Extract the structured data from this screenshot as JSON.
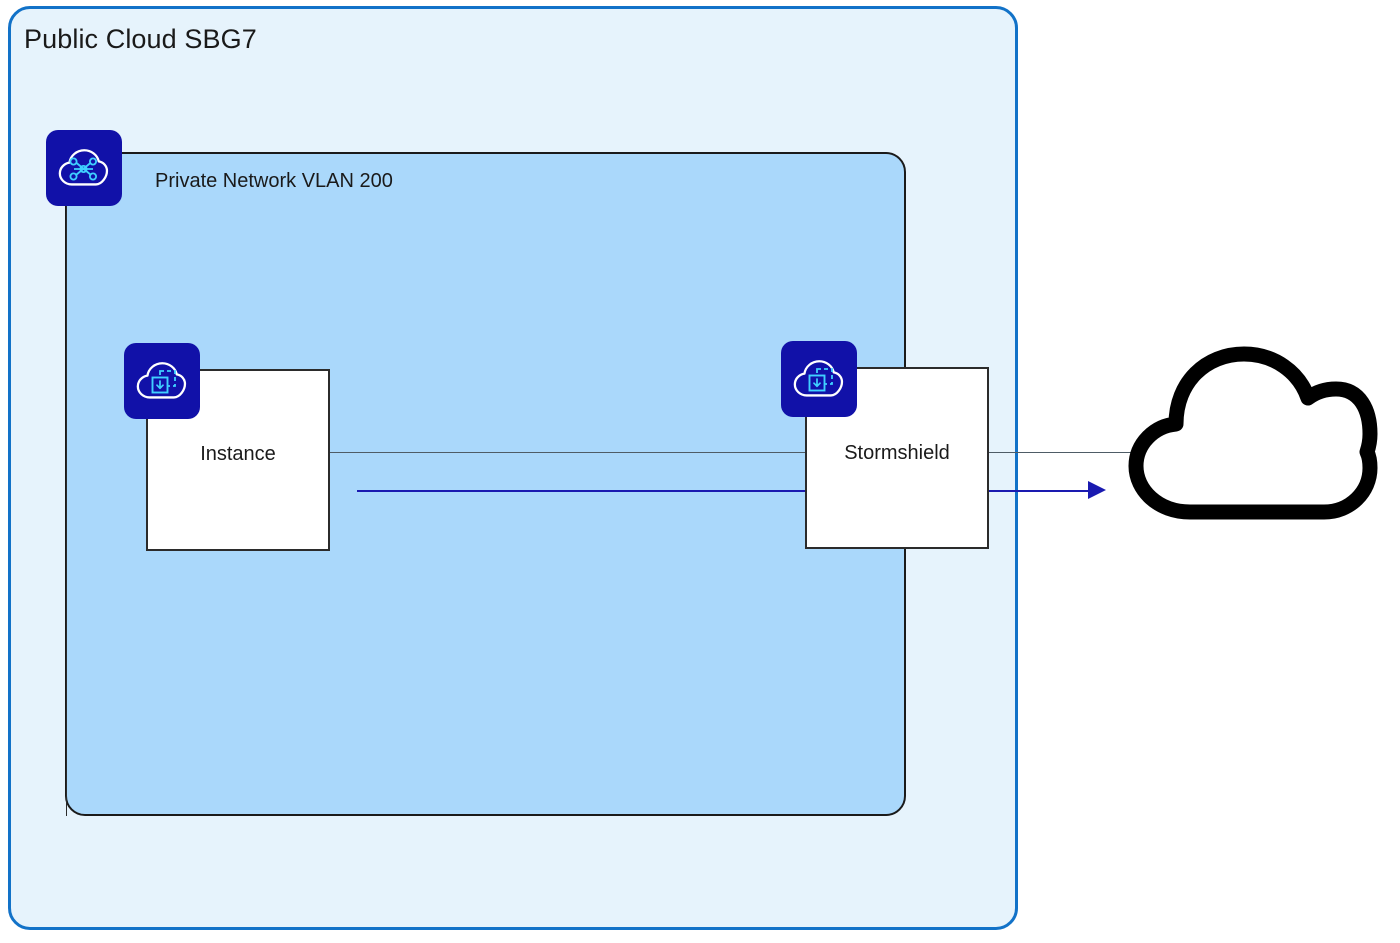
{
  "diagram": {
    "title": "Public Cloud SBG7",
    "containers": {
      "public_cloud": {
        "label": "Public Cloud SBG7",
        "fill_color": "#e6f3fc",
        "border_color": "#1272c8"
      },
      "private_network": {
        "label": "Private Network VLAN 200",
        "fill_color": "#aad8fb",
        "border_color": "#1a1a1a"
      }
    },
    "nodes": [
      {
        "id": "instance",
        "label": "Instance",
        "icon": "cloud-instance-icon",
        "badge_color": "#1111a8"
      },
      {
        "id": "stormshield",
        "label": "Stormshield",
        "icon": "cloud-instance-icon",
        "badge_color": "#1111a8"
      },
      {
        "id": "internet",
        "label": "",
        "icon": "internet-cloud-icon",
        "badge_color": "#000000"
      }
    ],
    "icons": {
      "network": "cloud-network-icon",
      "instance": "cloud-instance-icon",
      "stormshield": "cloud-instance-icon",
      "internet": "internet-cloud-icon"
    },
    "connections": [
      {
        "id": "network-stem",
        "from": "network-icon",
        "to": "private-network-bottom",
        "style": "solid",
        "color": "#2b2b2b",
        "arrow": false
      },
      {
        "id": "instance-to-stormshield",
        "from": "instance",
        "to": "stormshield",
        "style": "solid",
        "color": "#4e5c66",
        "arrow": false
      },
      {
        "id": "stormshield-to-internet",
        "from": "stormshield",
        "to": "internet",
        "style": "solid",
        "color": "#4e5c66",
        "arrow": false
      },
      {
        "id": "outbound-traffic",
        "from": "instance",
        "to": "internet",
        "style": "solid",
        "color": "#1a1ab0",
        "arrow": true
      }
    ]
  }
}
